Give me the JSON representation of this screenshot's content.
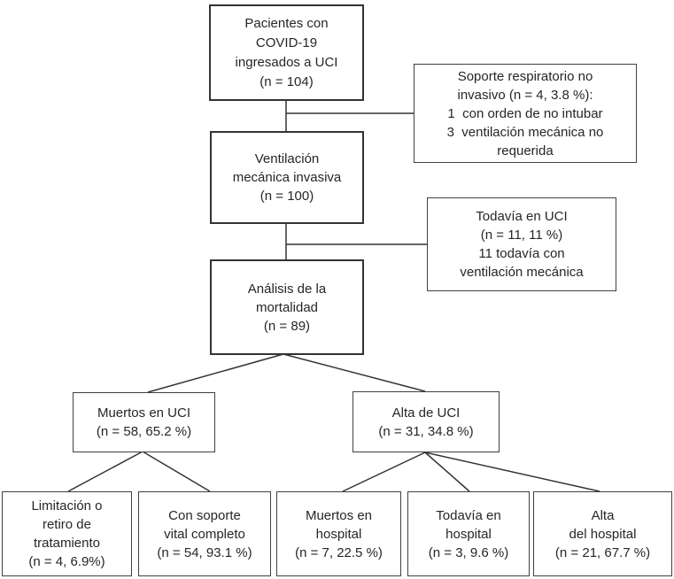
{
  "colors": {
    "background": "#ffffff",
    "box_border": "#404040",
    "text": "#262626",
    "connector": "#333333"
  },
  "nodes": {
    "covid_patients": {
      "text": "Pacientes con\nCOVID-19\ningresados a UCI\n(n = 104)"
    },
    "non_invasive_support": {
      "text": "Soporte respiratorio no\ninvasivo (n = 4, 3.8 %):\n1  con orden de no intubar\n3  ventilación mecánica no\nrequerida"
    },
    "invasive_ventilation": {
      "text": "Ventilación\nmecánica invasiva\n(n = 100)"
    },
    "still_in_icu": {
      "text": "Todavía en UCI\n(n = 11, 11 %)\n11 todavía con\nventilación mecánica"
    },
    "mortality_analysis": {
      "text": "Análisis de la\nmortalidad\n(n = 89)"
    },
    "died_in_icu": {
      "text": "Muertos en UCI\n(n = 58, 65.2 %)"
    },
    "icu_discharge": {
      "text": "Alta de UCI\n(n = 31, 34.8 %)"
    },
    "treatment_limitation": {
      "text": "Limitación o\nretiro de\ntratamiento\n(n = 4, 6.9%)"
    },
    "full_life_support": {
      "text": "Con soporte\nvital completo\n(n = 54, 93.1 %)"
    },
    "died_in_hospital": {
      "text": "Muertos en\nhospital\n(n = 7, 22.5 %)"
    },
    "still_in_hospital": {
      "text": "Todavía en\nhospital\n(n = 3, 9.6 %)"
    },
    "hospital_discharge": {
      "text": "Alta\ndel hospital\n(n = 21, 67.7 %)"
    }
  }
}
